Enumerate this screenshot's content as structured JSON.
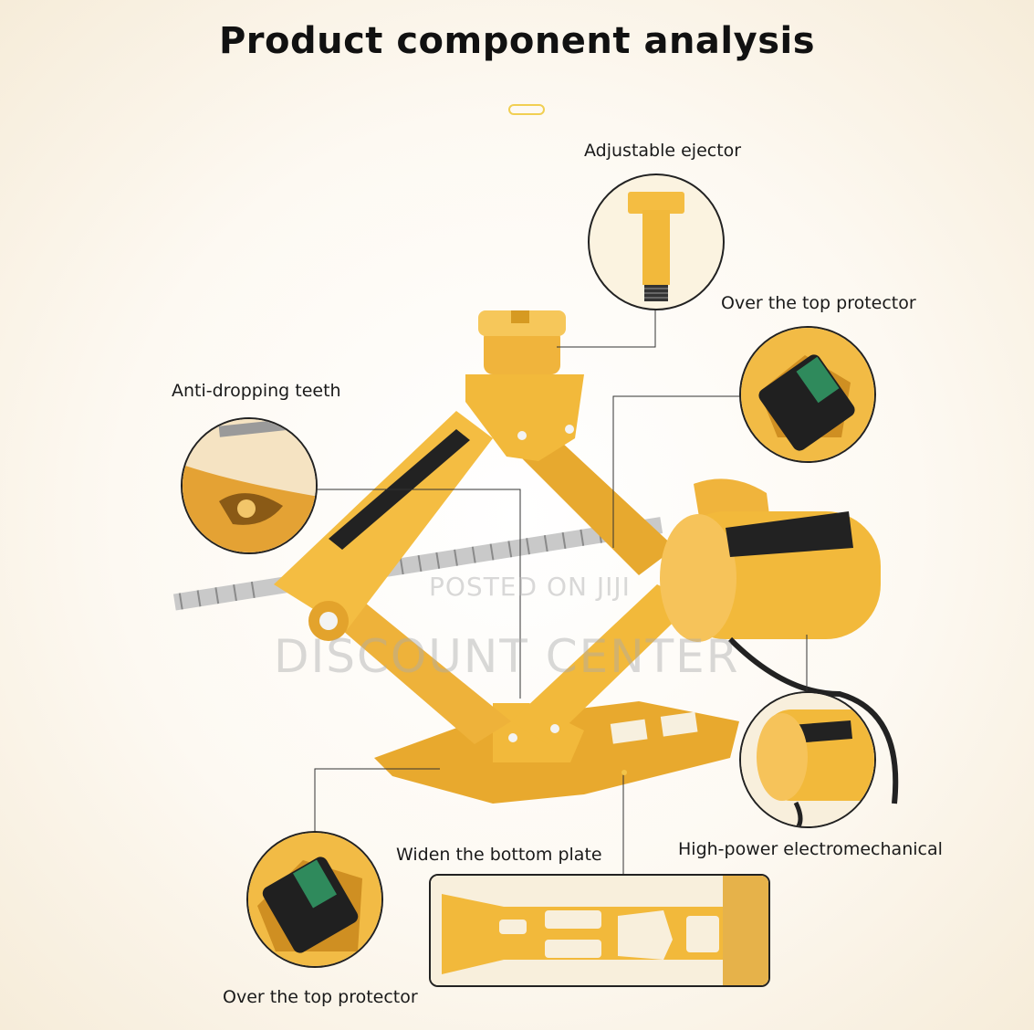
{
  "title": "Product component analysis",
  "labels": {
    "adjustable_ejector": "Adjustable ejector",
    "over_top_protector_right": "Over the top protector",
    "anti_dropping_teeth": "Anti-dropping teeth",
    "widen_bottom_plate": "Widen the bottom plate",
    "high_power": "High-power electromechanical",
    "over_top_protector_bottom": "Over the top protector"
  },
  "watermark": {
    "line1": "POSTED ON JIJI",
    "line2": "DISCOUNT CENTER"
  },
  "colors": {
    "jack_yellow": "#f2b93b",
    "jack_shadow": "#d69a22",
    "switch_green": "#2f8a5c",
    "line": "#333333"
  }
}
